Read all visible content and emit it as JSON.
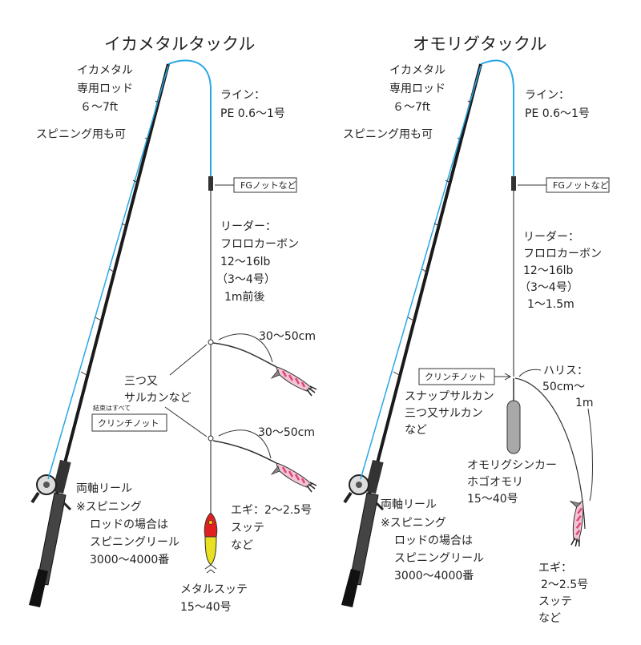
{
  "colors": {
    "line": "#2aa7e6",
    "rod": "#1a1a1a",
    "egi": "#e0457a",
    "sinker": "#a8a8a8",
    "sutte_top": "#e02020",
    "sutte_body": "#e8e020"
  },
  "left": {
    "title": "イカメタルタックル",
    "rod": [
      "イカメタル",
      "専用ロッド",
      "６〜7ft"
    ],
    "rod_note": "スピニング用も可",
    "line": [
      "ライン：",
      "PE 0.6〜1号"
    ],
    "knot": "FGノットなど",
    "leader": [
      "リーダー：",
      "フロロカーボン",
      "12〜16lb",
      "（3〜4号）",
      "1m前後"
    ],
    "branch1": "30〜50cm",
    "branch2": "30〜50cm",
    "swivel": [
      "三つ又",
      "サルカンなど"
    ],
    "knot_note": "結束はすべて",
    "clinch": "クリンチノット",
    "reel": [
      "両軸リール",
      "※スピニング",
      "ロッドの場合は",
      "スピニングリール",
      "3000〜4000番"
    ],
    "egi": [
      "エギ：2〜2.5号",
      "スッテ",
      "など"
    ],
    "sutte": [
      "メタルスッテ",
      "15〜40号"
    ]
  },
  "right": {
    "title": "オモリグタックル",
    "rod": [
      "イカメタル",
      "専用ロッド",
      "６〜7ft"
    ],
    "rod_note": "スピニング用も可",
    "line": [
      "ライン：",
      "PE 0.6〜1号"
    ],
    "knot": "FGノットなど",
    "leader": [
      "リーダー：",
      "フロロカーボン",
      "12〜16lb",
      "（3〜4号）",
      "1〜1.5m"
    ],
    "clinch": "クリンチノット",
    "swivel": [
      "スナップサルカン",
      "三つ又サルカン",
      "など"
    ],
    "harisu": [
      "ハリス：",
      "50cm〜",
      "1m"
    ],
    "sinker": [
      "オモリグシンカー",
      "ホゴオモリ",
      "15〜40号"
    ],
    "reel": [
      "両軸リール",
      "※スピニング",
      "ロッドの場合は",
      "スピニングリール",
      "3000〜4000番"
    ],
    "egi": [
      "エギ：",
      "2〜2.5号",
      "スッテ",
      "など"
    ]
  }
}
